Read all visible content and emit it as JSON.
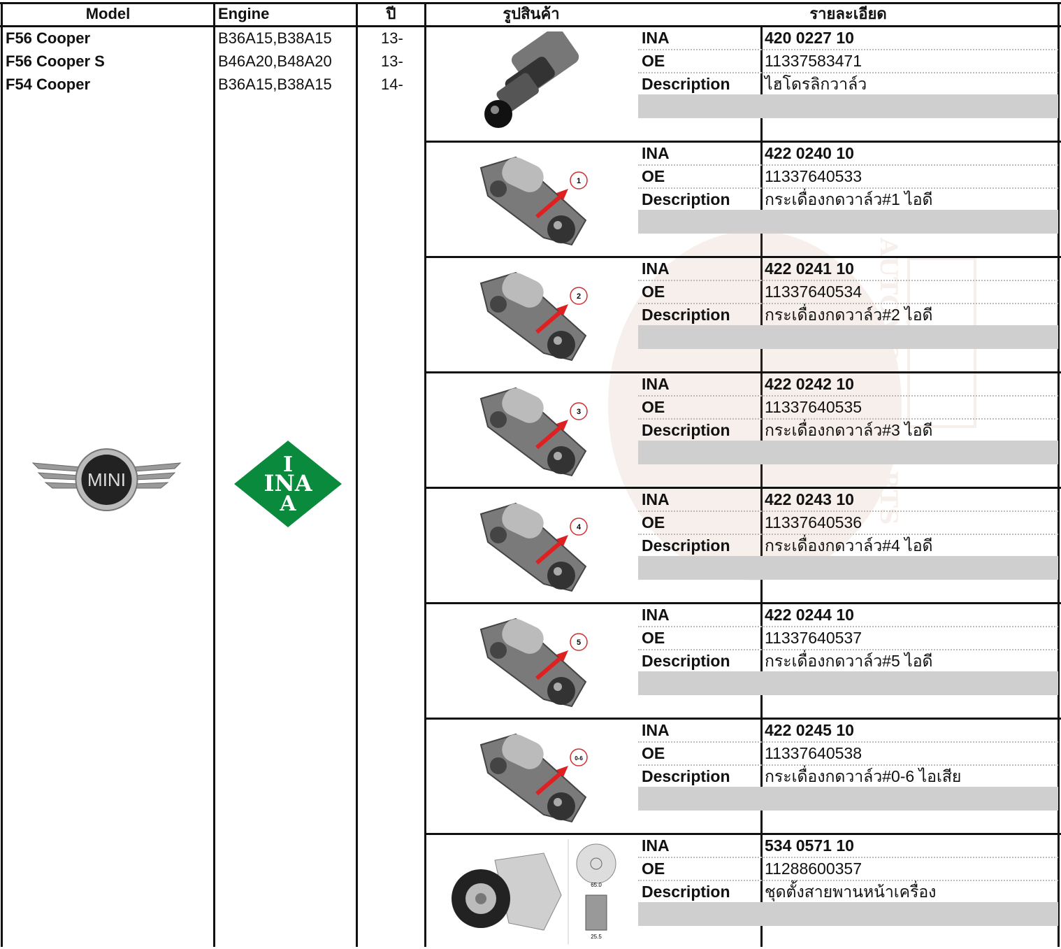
{
  "headers": {
    "model": "Model",
    "engine": "Engine",
    "year": "ปี",
    "image": "รูปสินค้า",
    "details": "รายละเอียด"
  },
  "vehicles": [
    {
      "model": "F56 Cooper",
      "engine": "B36A15,B38A15",
      "year": "13-"
    },
    {
      "model": "F56 Cooper S",
      "engine": "B46A20,B48A20",
      "year": "13-"
    },
    {
      "model": "F54 Cooper",
      "engine": "B36A15,B38A15",
      "year": "14-"
    }
  ],
  "logos": {
    "mini": "MINI",
    "ina": "INA"
  },
  "labels": {
    "ina": "INA",
    "oe": "OE",
    "description": "Description"
  },
  "products": [
    {
      "ina": "420 0227 10",
      "oe": "11337583471",
      "description": "ไฮโดรลิกวาล์ว",
      "type": "lifter"
    },
    {
      "ina": "422 0240 10",
      "oe": "11337640533",
      "description": "กระเดื่องกดวาล์ว#1 ไอดี",
      "type": "rocker",
      "badge": "1"
    },
    {
      "ina": "422 0241 10",
      "oe": "11337640534",
      "description": "กระเดื่องกดวาล์ว#2 ไอดี",
      "type": "rocker",
      "badge": "2"
    },
    {
      "ina": "422 0242 10",
      "oe": "11337640535",
      "description": "กระเดื่องกดวาล์ว#3 ไอดี",
      "type": "rocker",
      "badge": "3"
    },
    {
      "ina": "422 0243 10",
      "oe": "11337640536",
      "description": "กระเดื่องกดวาล์ว#4 ไอดี",
      "type": "rocker",
      "badge": "4"
    },
    {
      "ina": "422 0244 10",
      "oe": "11337640537",
      "description": "กระเดื่องกดวาล์ว#5 ไอดี",
      "type": "rocker",
      "badge": "5"
    },
    {
      "ina": "422 0245 10",
      "oe": "11337640538",
      "description": "กระเดื่องกดวาล์ว#0-6 ไอเสีย",
      "type": "rocker",
      "badge": "0-6"
    },
    {
      "ina": "534 0571 10",
      "oe": "11288600357",
      "description": "ชุดตั้งสายพานหน้าเครื่อง",
      "type": "tensioner",
      "dims": [
        "65.0",
        "25.5"
      ]
    }
  ],
  "colors": {
    "ina_green": "#0a8a3c",
    "border": "#111111",
    "gray_band": "#cfcfcf",
    "arrow_red": "#e02020"
  }
}
